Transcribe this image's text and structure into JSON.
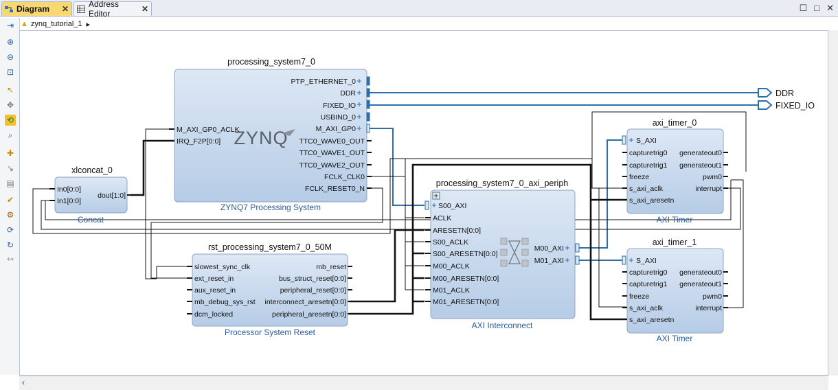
{
  "tabs": [
    {
      "label": "Diagram",
      "active": true
    },
    {
      "label": "Address Editor",
      "active": false
    }
  ],
  "window_controls": [
    "restore-icon",
    "maximize-icon",
    "close-icon"
  ],
  "breadcrumb": {
    "design": "zynq_tutorial_1",
    "arrow": "▸"
  },
  "toolbar_icons": [
    "fit-view-icon",
    "zoom-in-icon",
    "zoom-out-icon",
    "zoom-fit-icon",
    "select-icon",
    "expand-icon",
    "autoconnect-icon",
    "search-icon",
    "add-ip-icon",
    "route-icon",
    "validate-icon",
    "settings-icon",
    "regenerate-layout-icon",
    "refresh-icon",
    "pin-icon"
  ],
  "ports_external": {
    "ddr": "DDR",
    "fixed_io": "FIXED_IO"
  },
  "blocks": {
    "ps7": {
      "instance": "processing_system7_0",
      "type": "ZYNQ7 Processing System",
      "logo": "ZYNQ",
      "left_pins": [
        "M_AXI_GP0_ACLK",
        "IRQ_F2P[0:0]"
      ],
      "right_pins": [
        "PTP_ETHERNET_0",
        "DDR",
        "FIXED_IO",
        "USBIND_0",
        "M_AXI_GP0",
        "TTC0_WAVE0_OUT",
        "TTC0_WAVE1_OUT",
        "TTC0_WAVE2_OUT",
        "FCLK_CLK0",
        "FCLK_RESET0_N"
      ]
    },
    "concat": {
      "instance": "xlconcat_0",
      "type": "Concat",
      "left_pins": [
        "In0[0:0]",
        "In1[0:0]"
      ],
      "right_pins": [
        "dout[1:0]"
      ]
    },
    "interconnect": {
      "instance": "processing_system7_0_axi_periph",
      "type": "AXI Interconnect",
      "left_pins": [
        "S00_AXI",
        "ACLK",
        "ARESETN[0:0]",
        "S00_ACLK",
        "S00_ARESETN[0:0]",
        "M00_ACLK",
        "M00_ARESETN[0:0]",
        "M01_ACLK",
        "M01_ARESETN[0:0]"
      ],
      "right_pins": [
        "M00_AXI",
        "M01_AXI"
      ]
    },
    "rst": {
      "instance": "rst_processing_system7_0_50M",
      "type": "Processor System Reset",
      "left_pins": [
        "slowest_sync_clk",
        "ext_reset_in",
        "aux_reset_in",
        "mb_debug_sys_rst",
        "dcm_locked"
      ],
      "right_pins": [
        "mb_reset",
        "bus_struct_reset[0:0]",
        "peripheral_reset[0:0]",
        "interconnect_aresetn[0:0]",
        "peripheral_aresetn[0:0]"
      ]
    },
    "timer0": {
      "instance": "axi_timer_0",
      "type": "AXI Timer",
      "left_pins": [
        "S_AXI",
        "capturetrig0",
        "capturetrig1",
        "freeze",
        "s_axi_aclk",
        "s_axi_aresetn"
      ],
      "right_pins": [
        "generateout0",
        "generateout1",
        "pwm0",
        "interrupt"
      ]
    },
    "timer1": {
      "instance": "axi_timer_1",
      "type": "AXI Timer",
      "left_pins": [
        "S_AXI",
        "capturetrig0",
        "capturetrig1",
        "freeze",
        "s_axi_aclk",
        "s_axi_aresetn"
      ],
      "right_pins": [
        "generateout0",
        "generateout1",
        "pwm0",
        "interrupt"
      ]
    }
  },
  "colors": {
    "block_fill_top": "#d9e6f4",
    "block_fill_bottom": "#b9cfe8",
    "block_border": "#8da6c6",
    "bus": "#2e6ea8",
    "wire": "#111111",
    "active_tab": "#f7d871",
    "subtitle": "#2c5c9e"
  }
}
